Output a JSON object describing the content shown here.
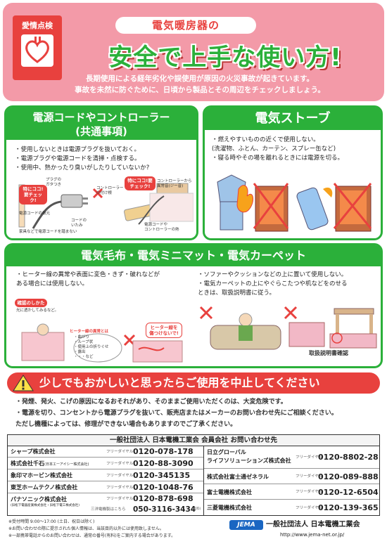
{
  "header": {
    "logo_text": "愛情点検",
    "subtitle": "電気暖房器の",
    "title": "安全で上手な使い方!",
    "intro_1": "長期使用による経年劣化や誤使用が原因の火災事故が起きています。",
    "intro_2": "事故を未然に防ぐために、日頃から製品とその周辺をチェックしましょう。"
  },
  "cord_section": {
    "title_1": "電源コードやコントローラー",
    "title_2": "(共通事項)",
    "bullets": [
      "・使用しないときは電源プラグを抜いておく。",
      "・電源プラグや電源コードを清掃・点検する。",
      "・使用中、熱かったり臭いがしたりしていないか?"
    ],
    "tag_1": "特にココ!要チェック!",
    "tag_2": "特にココ!要チェック!",
    "label_plug": "プラグの\nガタつき",
    "label_cord_root": "電源コードの根元",
    "label_cord_damage": "コードの\nいたみ",
    "label_furniture": "家具などで電源コードを踏まない",
    "label_controller": "コントローラー\nの付け根",
    "label_controller_cord": "コントローラーから\n異常音(ジー音)",
    "label_cord_ctrl": "電源コードや\nコントローラーの熱"
  },
  "stove_section": {
    "title": "電気ストーブ",
    "bullets": [
      "・燃えやすいものの近くで使用しない。",
      " (洗濯物、ふとん、カーテン、スプレー缶など)",
      "・寝る時やその場を離れるときには電源を切る。"
    ]
  },
  "blanket_section": {
    "title": "電気毛布・電気ミニマット・電気カーペット",
    "bullets_left": [
      "・ヒーター線の異常や表面に変色・きず・破れなどが",
      "  ある場合には使用しない。"
    ],
    "bullets_right": [
      "・ソファーやクッションなどの上に置いて使用しない。",
      "・電気カーペットの上にやぐらこたつや机などをのせる",
      "  ときは、取扱説明書に従う。"
    ],
    "check_tag": "確認のしかた",
    "check_desc": "光に透かしてみるなど。",
    "heater_abnormal_title": "ヒーター線の異常とは",
    "heater_abnormal_items": [
      "・曲がり",
      "・ループ状",
      "・使用上の折りぐせ",
      "・露出",
      "・・・など"
    ],
    "heater_caution": "ヒーター線を\n傷つけないで!",
    "manual_label": "取扱説明書確認"
  },
  "warning": {
    "title": "少しでもおかしいと思ったらご使用を中止してください",
    "lines": [
      "・発煙、発火、こげの原因になるおそれがあり、そのままご使用いただくのは、大変危険です。",
      "・電源を切り、コンセントから電源プラグを抜いて、販売店またはメーカーのお問い合わせ先にご相談ください。",
      "  ただし機種によっては、修理ができない場合もありますのでご了承ください。"
    ]
  },
  "contact": {
    "title": "一般社団法人 日本電機工業会 会員会社 お問い合わせ先",
    "free_dial": "フリーダイヤル",
    "left": [
      {
        "name": "シャープ株式会社",
        "sub": "",
        "number": "0120-078-178"
      },
      {
        "name": "株式会社千石",
        "sub": "(日本エーアイシー株式会社)",
        "number": "0120-88-3090"
      },
      {
        "name": "象印マホービン株式会社",
        "sub": "",
        "number": "0120-345135"
      },
      {
        "name": "東芝ホームテクノ株式会社",
        "sub": "",
        "number": "0120-1048-76"
      },
      {
        "name": "パナソニック株式会社",
        "sub": "(旧松下電器産業株式会社・旧松下電工株式会社)",
        "number": "0120-878-698"
      }
    ],
    "sanyo_note": "三洋電機製はこちら",
    "sanyo_number": "050-3116-3434",
    "sanyo_suffix": "(有料)",
    "right": [
      {
        "name": "日立グローバル\nライフソリューションズ株式会社",
        "number": "0120-8802-28"
      },
      {
        "name": "株式会社富士通ゼネラル",
        "number": "0120-089-888"
      },
      {
        "name": "富士電機株式会社",
        "number": "0120-12-6504"
      },
      {
        "name": "三菱電機株式会社",
        "number": "0120-139-365"
      }
    ]
  },
  "footer": {
    "notes": [
      "※受付時間 9:00〜17:00 (土日、祝日は除く)",
      "※お問い合わせの際に提示された個人情報は、当該目的以外には使用致しません。",
      "※一部携帯電話からのお問い合わせは、通常の番号(有料)をご案内する場合があります。"
    ],
    "jema_logo": "JEMA",
    "org_name": "一般社団法人 日本電機工業会",
    "url": "http://www.jema-net.or.jp/"
  },
  "colors": {
    "pink": "#f39aa8",
    "green": "#2bb03a",
    "red": "#e8413e",
    "blue": "#1a66c2"
  }
}
